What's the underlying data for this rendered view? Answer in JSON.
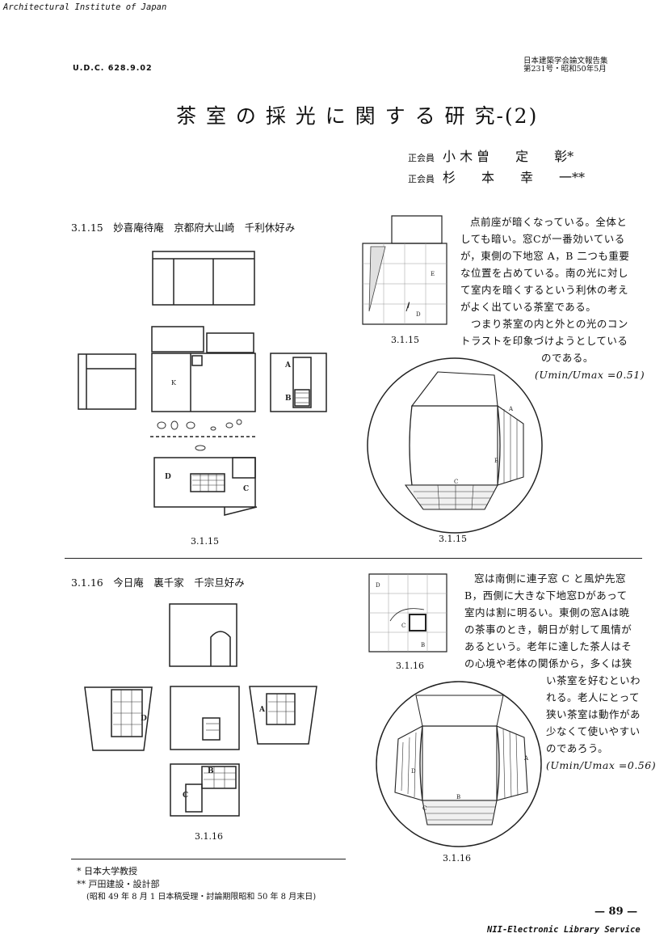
{
  "header": {
    "source": "Architectural Institute of Japan",
    "udc": "U.D.C. 628.9.02",
    "journal_line1": "日本建築学会論文報告集",
    "journal_line2": "第231号・昭和50年5月"
  },
  "title": "茶 室 の 採 光 に 関 す る 研 究-(2)",
  "authors": [
    {
      "role": "正会員",
      "name": "小 木 曽　　定　　彰*"
    },
    {
      "role": "正会員",
      "name": "杉　　本　　幸　　一**"
    }
  ],
  "section1": {
    "heading": "3.1.15　妙喜庵待庵　京都府大山崎　千利休好み",
    "plan_caption": "3.1.15",
    "sky_caption": "3.1.15",
    "fisheye_caption": "3.1.15",
    "text_lines": [
      "点前座が暗くなっている。全体と",
      "しても暗い。窓Cが一番効いている",
      "が，東側の下地窓 A，B 二つも重要",
      "な位置を占めている。南の光に対し",
      "て室内を暗くするという利休の考え",
      "がよく出ている茶室である。",
      "　つまり茶室の内と外との光のコン",
      "トラストを印象づけようとしている"
    ],
    "text_end": "のである。",
    "ratio": "(Umin/Umax =0.51)"
  },
  "section2": {
    "heading": "3.1.16　今日庵　裏千家　千宗旦好み",
    "plan_caption": "3.1.16",
    "sky_caption": "3.1.16",
    "fisheye_caption": "3.1.16",
    "text_lines": [
      "窓は南側に連子窓 C と風炉先窓",
      "B，西側に大きな下地窓Dがあって",
      "室内は割に明るい。東側の窓Aは暁",
      "の茶事のとき，朝日が射して風情が",
      "あるという。老年に達した茶人はそ",
      "の心境や老体の関係から，多くは狭"
    ],
    "text_lines_narrow": [
      "い茶室を好むといわ",
      "れる。老人にとって",
      "狭い茶室は動作があ",
      "少なくて使いやすい",
      "のであろう。"
    ],
    "ratio": "(Umin/Umax =0.56)"
  },
  "footnotes": {
    "note1": "* 日本大学教授",
    "note2": "** 戸田建設・設計部",
    "note3": "(昭和 49 年 8 月 1 日本稿受理・討論期限昭和 50 年 8 月末日)"
  },
  "page_number": "— 89 —",
  "footer": "NII-Electronic Library Service",
  "figure_labels": {
    "A": "A",
    "B": "B",
    "C": "C",
    "D": "D",
    "E": "E",
    "K": "K"
  }
}
